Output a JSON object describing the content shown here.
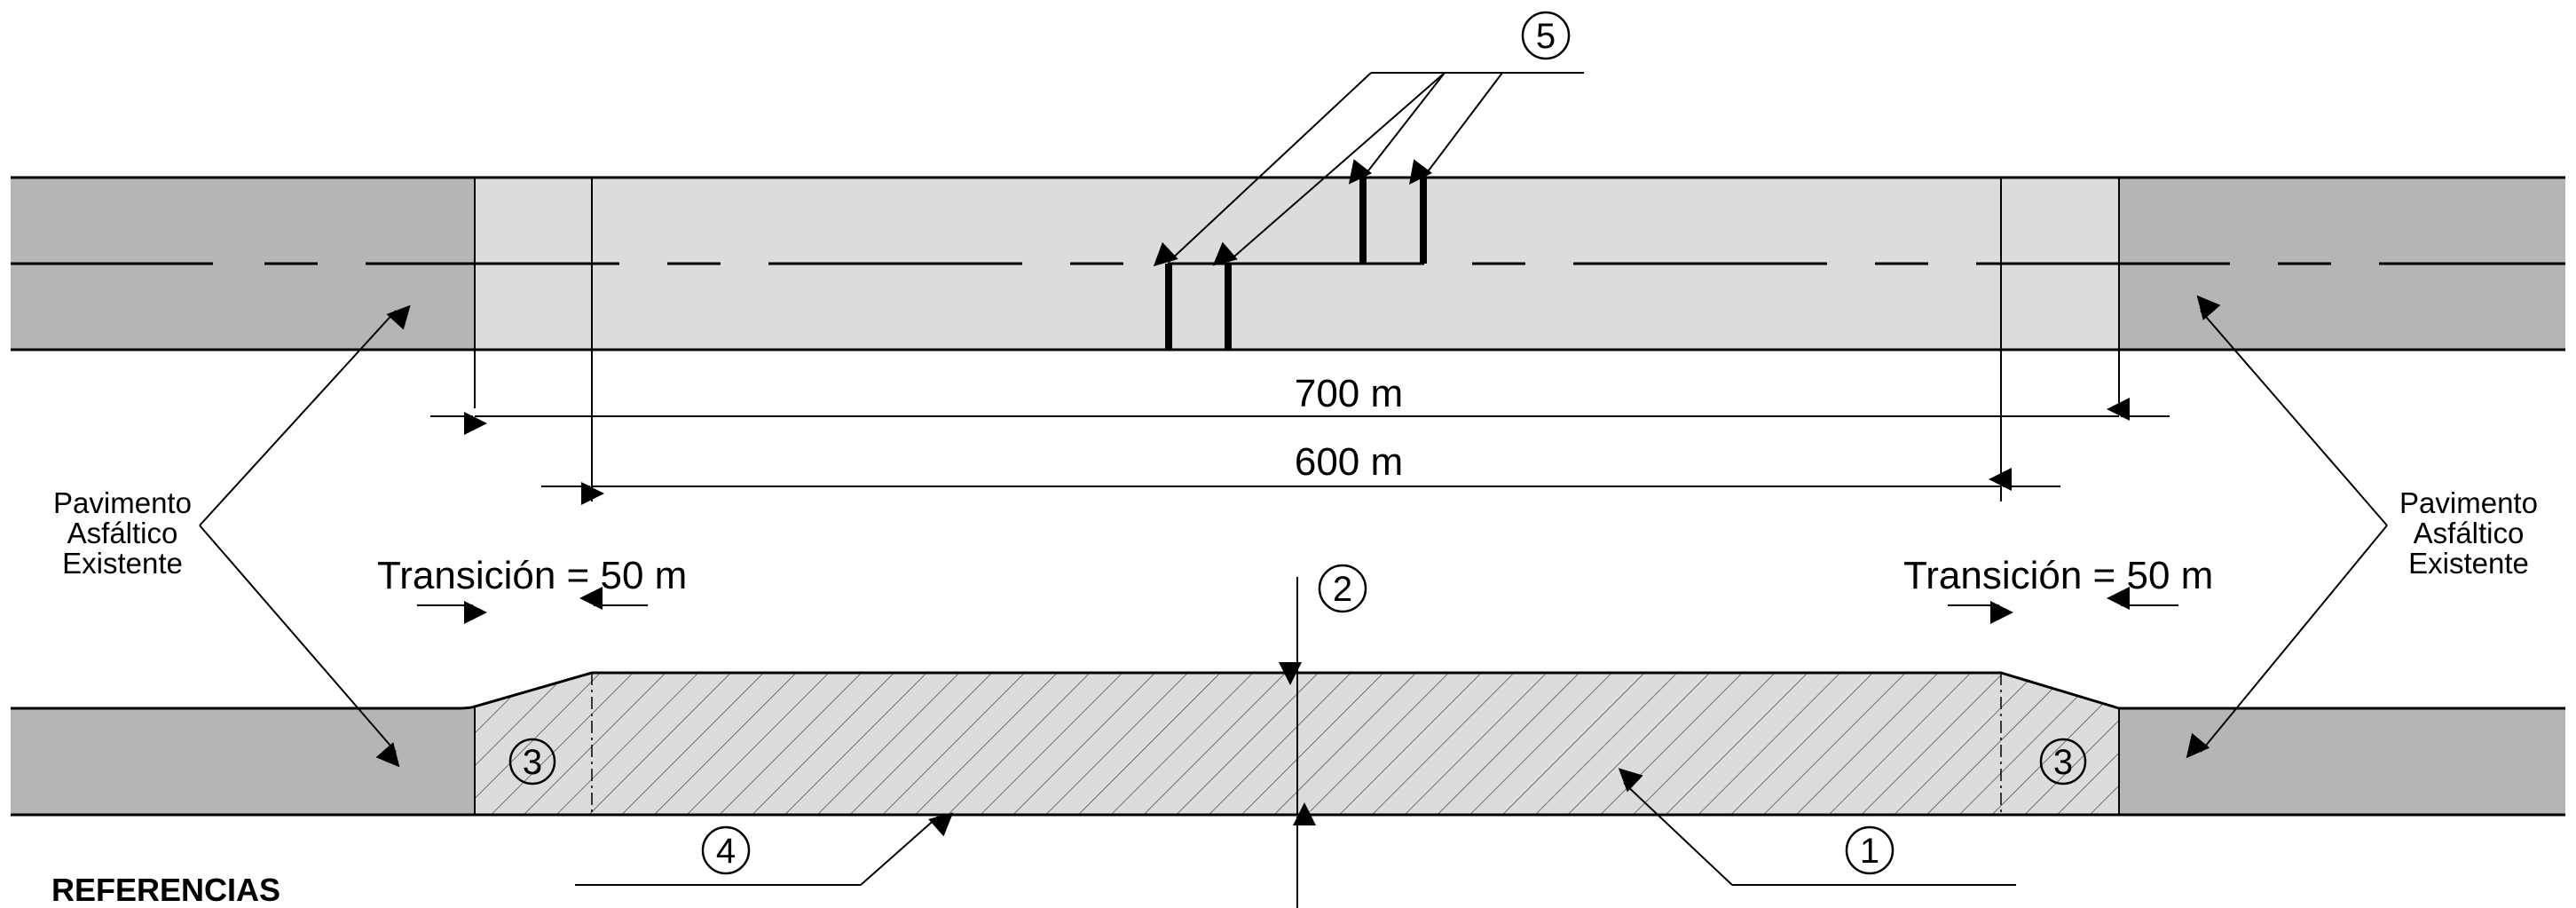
{
  "existing_pavement": {
    "left": [
      "Pavimento",
      "Asfáltico",
      "Existente"
    ],
    "right": [
      "Pavimento",
      "Asfáltico",
      "Existente"
    ]
  },
  "dimensions": {
    "total_length": "700 m",
    "inner_length": "600 m",
    "transition_left": "Transición = 50 m",
    "transition_right": "Transición = 50 m"
  },
  "callouts": {
    "c1": "1",
    "c2": "2",
    "c3_left": "3",
    "c3_right": "3",
    "c4": "4",
    "c5": "5"
  },
  "footer": {
    "references_title": "REFERENCIAS"
  },
  "colors": {
    "existing_pavement": "#b5b5b5",
    "new_pavement": "#dcdcdc",
    "line": "#000000"
  }
}
